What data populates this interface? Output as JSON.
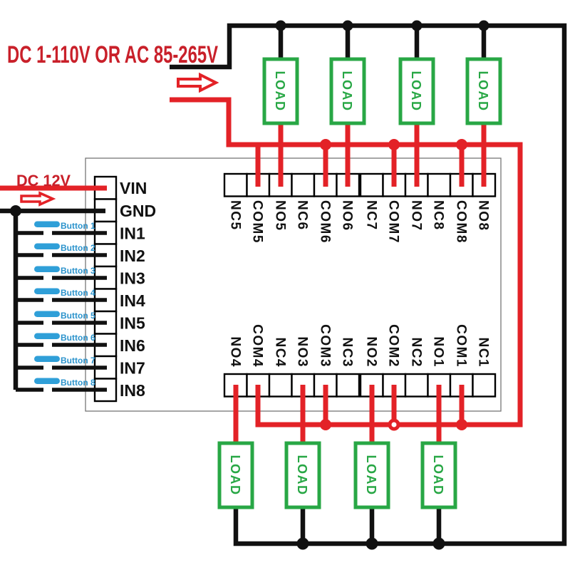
{
  "title": {
    "supply": "DC 1-110V OR AC 85-265V",
    "control": "DC 12V"
  },
  "colors": {
    "wire_black": "#111111",
    "wire_red": "#e32227",
    "text_red": "#c9202a",
    "load_green": "#28a745",
    "button_blue": "#2f9fd8",
    "button_text_blue": "#2b93cc"
  },
  "loads": {
    "label": "LOAD"
  },
  "board": {
    "left_labels": [
      "VIN",
      "GND",
      "IN1",
      "IN2",
      "IN3",
      "IN4",
      "IN5",
      "IN6",
      "IN7",
      "IN8"
    ]
  },
  "terminals": {
    "top": [
      "NC5",
      "COM5",
      "NO5",
      "NC6",
      "COM6",
      "NO6",
      "NC7",
      "COM7",
      "NO7",
      "NC8",
      "COM8",
      "NO8"
    ],
    "bottom": [
      "NO4",
      "COM4",
      "NC4",
      "NO3",
      "COM3",
      "NC3",
      "NO2",
      "COM2",
      "NC2",
      "NO1",
      "COM1",
      "NC1"
    ]
  },
  "buttons": {
    "labels": [
      "Button 1",
      "Button 2",
      "Button 3",
      "Button 4",
      "Button 5",
      "Button 6",
      "Button 7",
      "Button 8"
    ]
  }
}
